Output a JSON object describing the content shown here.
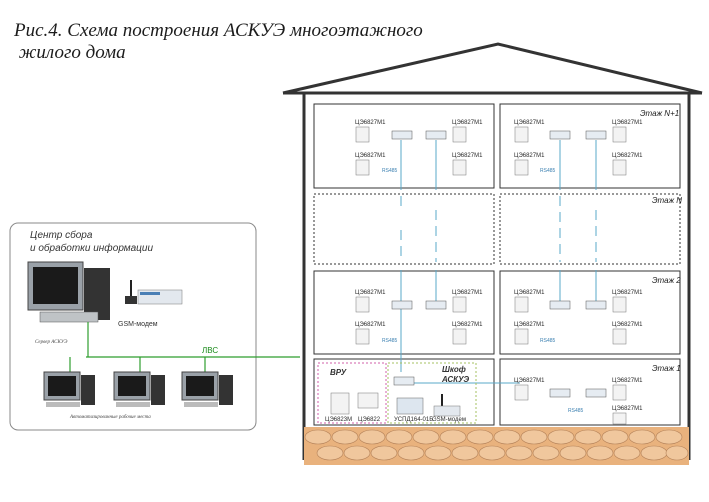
{
  "title": "Рис.4. Схема построения АСКУЭ многоэтажного\n жилого дома",
  "center": {
    "heading_line1": "Центр сбора",
    "heading_line2": "и обработки информации",
    "gsm_label": "GSM-модем",
    "server_label": "Сервер АСКУЭ",
    "lan_label": "ЛВС",
    "workstations_label": "Автоматизированные рабочие места"
  },
  "floors": {
    "top": "Этаж N+1",
    "n": "Этаж N",
    "f2": "Этаж 2",
    "f1": "Этаж 1"
  },
  "meter_label": "ЦЭ6827М1",
  "rs485_label": "RS485",
  "cabinet": {
    "vru_label": "ВРУ",
    "askue_line1": "Шкоф",
    "askue_line2": "АСКУЭ",
    "meter_a": "ЦЭ6823М",
    "meter_b": "ЦЭ6822",
    "uspd_label": "УСПД164-01Б",
    "gsm_label": "GSM-модем"
  },
  "colors": {
    "line": "#5aa8c8",
    "lan": "#2e9e2e",
    "wall": "#333333"
  }
}
